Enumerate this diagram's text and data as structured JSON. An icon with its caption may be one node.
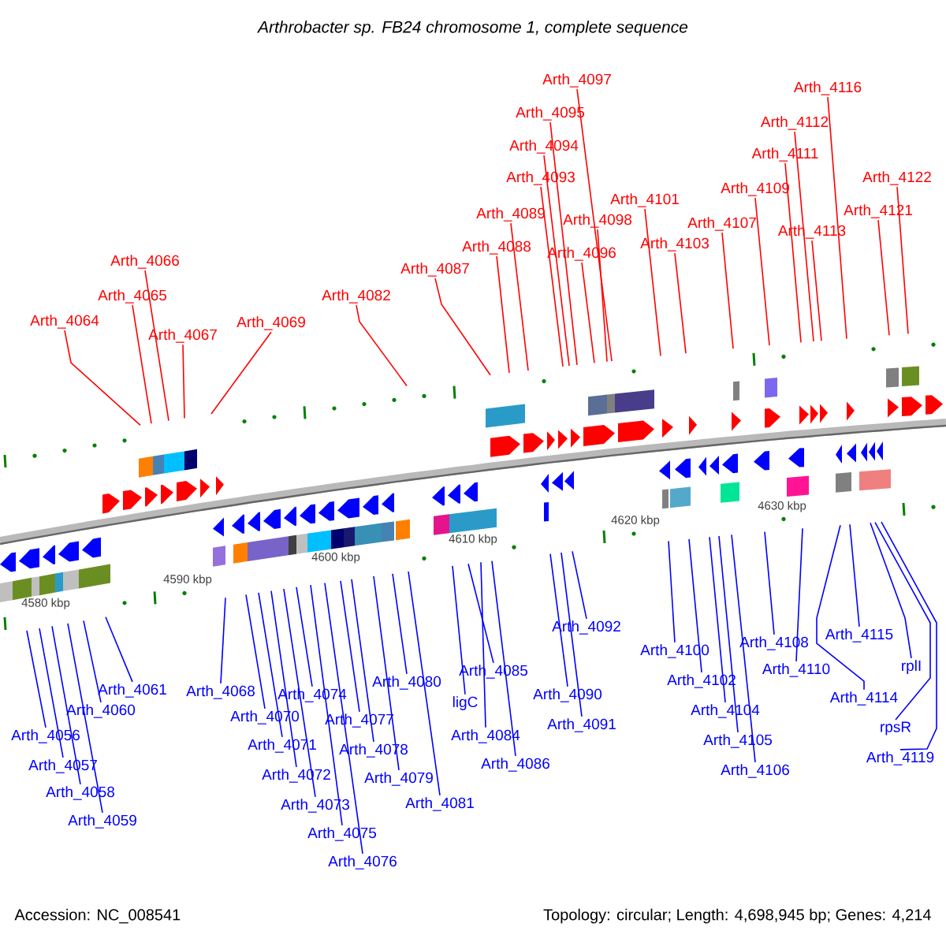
{
  "diagram": {
    "title": "Arthrobacter sp. FB24 chromosome 1, complete sequence",
    "nodes": [
      {
        "text": [
          "Arth_4064"
        ]
      },
      {
        "text": [
          "Arth_4065"
        ]
      },
      {
        "text": [
          "Arth_4066"
        ]
      },
      {
        "text": [
          "Arth_4067"
        ]
      },
      {
        "text": [
          "Arth_4069"
        ]
      },
      {
        "text": [
          "Arth_4082"
        ]
      },
      {
        "text": [
          "Arth_4087"
        ]
      },
      {
        "text": [
          "Arth_4088"
        ]
      },
      {
        "text": [
          "Arth_4089"
        ]
      },
      {
        "text": [
          "Arth_4093"
        ]
      },
      {
        "text": [
          "Arth_4094"
        ]
      },
      {
        "text": [
          "Arth_4095"
        ]
      },
      {
        "text": [
          "Arth_4096"
        ]
      },
      {
        "text": [
          "Arth_4097"
        ]
      },
      {
        "text": [
          "Arth_4098"
        ]
      },
      {
        "text": [
          "Arth_4101"
        ]
      },
      {
        "text": [
          "Arth_4103"
        ]
      },
      {
        "text": [
          "Arth_4107"
        ]
      },
      {
        "text": [
          "Arth_4109"
        ]
      },
      {
        "text": [
          "Arth_4111"
        ]
      },
      {
        "text": [
          "Arth_4112"
        ]
      },
      {
        "text": [
          "Arth_4113"
        ]
      },
      {
        "text": [
          "Arth_4116"
        ]
      },
      {
        "text": [
          "Arth_4121"
        ]
      },
      {
        "text": [
          "Arth_4122"
        ]
      },
      {
        "text": [
          "Arth_4056"
        ]
      },
      {
        "text": [
          "Arth_4057"
        ]
      },
      {
        "text": [
          "Arth_4058"
        ]
      },
      {
        "text": [
          "Arth_4059"
        ]
      },
      {
        "text": [
          "Arth_4060"
        ]
      },
      {
        "text": [
          "Arth_4061"
        ]
      },
      {
        "text": [
          "Arth_4068"
        ]
      },
      {
        "text": [
          "Arth_4070"
        ]
      },
      {
        "text": [
          "Arth_4071"
        ]
      },
      {
        "text": [
          "Arth_4072"
        ]
      },
      {
        "text": [
          "Arth_4073"
        ]
      },
      {
        "text": [
          "Arth_4074"
        ]
      },
      {
        "text": [
          "Arth_4075"
        ]
      },
      {
        "text": [
          "Arth_4076"
        ]
      },
      {
        "text": [
          "Arth_4077"
        ]
      },
      {
        "text": [
          "Arth_4078"
        ]
      },
      {
        "text": [
          "Arth_4079"
        ]
      },
      {
        "text": [
          "Arth_4080"
        ]
      },
      {
        "text": [
          "Arth_4081"
        ]
      },
      {
        "text": [
          "ligC"
        ]
      },
      {
        "text": [
          "Arth_4084"
        ]
      },
      {
        "text": [
          "Arth_4085"
        ]
      },
      {
        "text": [
          "Arth_4086"
        ]
      },
      {
        "text": [
          "Arth_4090"
        ]
      },
      {
        "text": [
          "Arth_4091"
        ]
      },
      {
        "text": [
          "Arth_4092"
        ]
      },
      {
        "text": [
          "Arth_4100"
        ]
      },
      {
        "text": [
          "Arth_4102"
        ]
      },
      {
        "text": [
          "Arth_4104"
        ]
      },
      {
        "text": [
          "Arth_4105"
        ]
      },
      {
        "text": [
          "Arth_4106"
        ]
      },
      {
        "text": [
          "Arth_4108"
        ]
      },
      {
        "text": [
          "Arth_4110"
        ]
      },
      {
        "text": [
          "Arth_4114"
        ]
      },
      {
        "text": [
          "Arth_4115"
        ]
      },
      {
        "text": [
          "rplI"
        ]
      },
      {
        "text": [
          "rpsR"
        ]
      },
      {
        "text": [
          "Arth_4119"
        ]
      }
    ],
    "edges": [
      {
        "from": 0,
        "to": null,
        "arrow": "none",
        "color": "#ff0000"
      },
      {
        "from": 1,
        "to": null,
        "arrow": "none",
        "color": "#ff0000"
      },
      {
        "from": 2,
        "to": null,
        "arrow": "none",
        "color": "#ff0000"
      },
      {
        "from": 3,
        "to": null,
        "arrow": "none",
        "color": "#ff0000"
      },
      {
        "from": 4,
        "to": null,
        "arrow": "none",
        "color": "#ff0000"
      },
      {
        "from": 5,
        "to": null,
        "arrow": "none",
        "color": "#ff0000"
      },
      {
        "from": 6,
        "to": null,
        "arrow": "none",
        "color": "#ff0000"
      },
      {
        "from": 7,
        "to": null,
        "arrow": "none",
        "color": "#ff0000"
      },
      {
        "from": 8,
        "to": null,
        "arrow": "none",
        "color": "#ff0000"
      },
      {
        "from": 9,
        "to": null,
        "arrow": "none",
        "color": "#ff0000"
      },
      {
        "from": 10,
        "to": null,
        "arrow": "none",
        "color": "#ff0000"
      },
      {
        "from": 11,
        "to": null,
        "arrow": "none",
        "color": "#ff0000"
      },
      {
        "from": 12,
        "to": null,
        "arrow": "none",
        "color": "#ff0000"
      },
      {
        "from": 13,
        "to": null,
        "arrow": "none",
        "color": "#ff0000"
      },
      {
        "from": 14,
        "to": null,
        "arrow": "none",
        "color": "#ff0000"
      },
      {
        "from": 15,
        "to": null,
        "arrow": "none",
        "color": "#ff0000"
      },
      {
        "from": 16,
        "to": null,
        "arrow": "none",
        "color": "#ff0000"
      },
      {
        "from": 17,
        "to": null,
        "arrow": "none",
        "color": "#ff0000"
      },
      {
        "from": 18,
        "to": null,
        "arrow": "none",
        "color": "#ff0000"
      },
      {
        "from": 19,
        "to": null,
        "arrow": "none",
        "color": "#ff0000"
      },
      {
        "from": 20,
        "to": null,
        "arrow": "none",
        "color": "#ff0000"
      },
      {
        "from": 21,
        "to": null,
        "arrow": "none",
        "color": "#ff0000"
      },
      {
        "from": 22,
        "to": null,
        "arrow": "none",
        "color": "#ff0000"
      },
      {
        "from": 23,
        "to": null,
        "arrow": "none",
        "color": "#ff0000"
      },
      {
        "from": 24,
        "to": null,
        "arrow": "none",
        "color": "#ff0000"
      },
      {
        "from": 25,
        "to": null,
        "arrow": "none"
      },
      {
        "from": 26,
        "to": null,
        "arrow": "none"
      },
      {
        "from": 27,
        "to": null,
        "arrow": "none"
      },
      {
        "from": 28,
        "to": null,
        "arrow": "none"
      },
      {
        "from": 29,
        "to": null,
        "arrow": "none"
      },
      {
        "from": 30,
        "to": null,
        "arrow": "none"
      },
      {
        "from": 31,
        "to": null,
        "arrow": "none"
      },
      {
        "from": 32,
        "to": null,
        "arrow": "none"
      },
      {
        "from": 33,
        "to": null,
        "arrow": "none"
      },
      {
        "from": 34,
        "to": null,
        "arrow": "none"
      },
      {
        "from": 35,
        "to": null,
        "arrow": "none"
      },
      {
        "from": 36,
        "to": null,
        "arrow": "none"
      },
      {
        "from": 37,
        "to": null,
        "arrow": "none"
      },
      {
        "from": 38,
        "to": null,
        "arrow": "none"
      },
      {
        "from": 39,
        "to": null,
        "arrow": "none"
      },
      {
        "from": 40,
        "to": null,
        "arrow": "none"
      },
      {
        "from": 41,
        "to": null,
        "arrow": "none"
      },
      {
        "from": 42,
        "to": null,
        "arrow": "none"
      },
      {
        "from": 43,
        "to": null,
        "arrow": "none"
      },
      {
        "from": 44,
        "to": null,
        "arrow": "none"
      },
      {
        "from": 45,
        "to": null,
        "arrow": "none"
      },
      {
        "from": 46,
        "to": null,
        "arrow": "none"
      },
      {
        "from": 47,
        "to": null,
        "arrow": "none"
      },
      {
        "from": 48,
        "to": null,
        "arrow": "none"
      },
      {
        "from": 49,
        "to": null,
        "arrow": "none"
      },
      {
        "from": 50,
        "to": null,
        "arrow": "none"
      },
      {
        "from": 51,
        "to": null,
        "arrow": "none"
      },
      {
        "from": 52,
        "to": null,
        "arrow": "none"
      },
      {
        "from": 53,
        "to": null,
        "arrow": "none"
      },
      {
        "from": 54,
        "to": null,
        "arrow": "none"
      },
      {
        "from": 55,
        "to": null,
        "arrow": "none"
      },
      {
        "from": 56,
        "to": null,
        "arrow": "none"
      },
      {
        "from": 57,
        "to": null,
        "arrow": "none"
      },
      {
        "from": 58,
        "to": null,
        "arrow": "none"
      },
      {
        "from": 59,
        "to": null,
        "arrow": "none"
      },
      {
        "from": 60,
        "to": null,
        "arrow": "none"
      },
      {
        "from": 61,
        "to": null,
        "arrow": "none"
      },
      {
        "from": 62,
        "to": null,
        "arrow": "none"
      }
    ],
    "labels": [
      "4580 kbp",
      "4590 kbp",
      "4600 kbp",
      "4610 kbp",
      "4620 kbp",
      "4630 kbp",
      "Accession: NC_008541",
      "Topology: circular; Length: 4,698,945 bp; Genes: 4,214"
    ]
  }
}
